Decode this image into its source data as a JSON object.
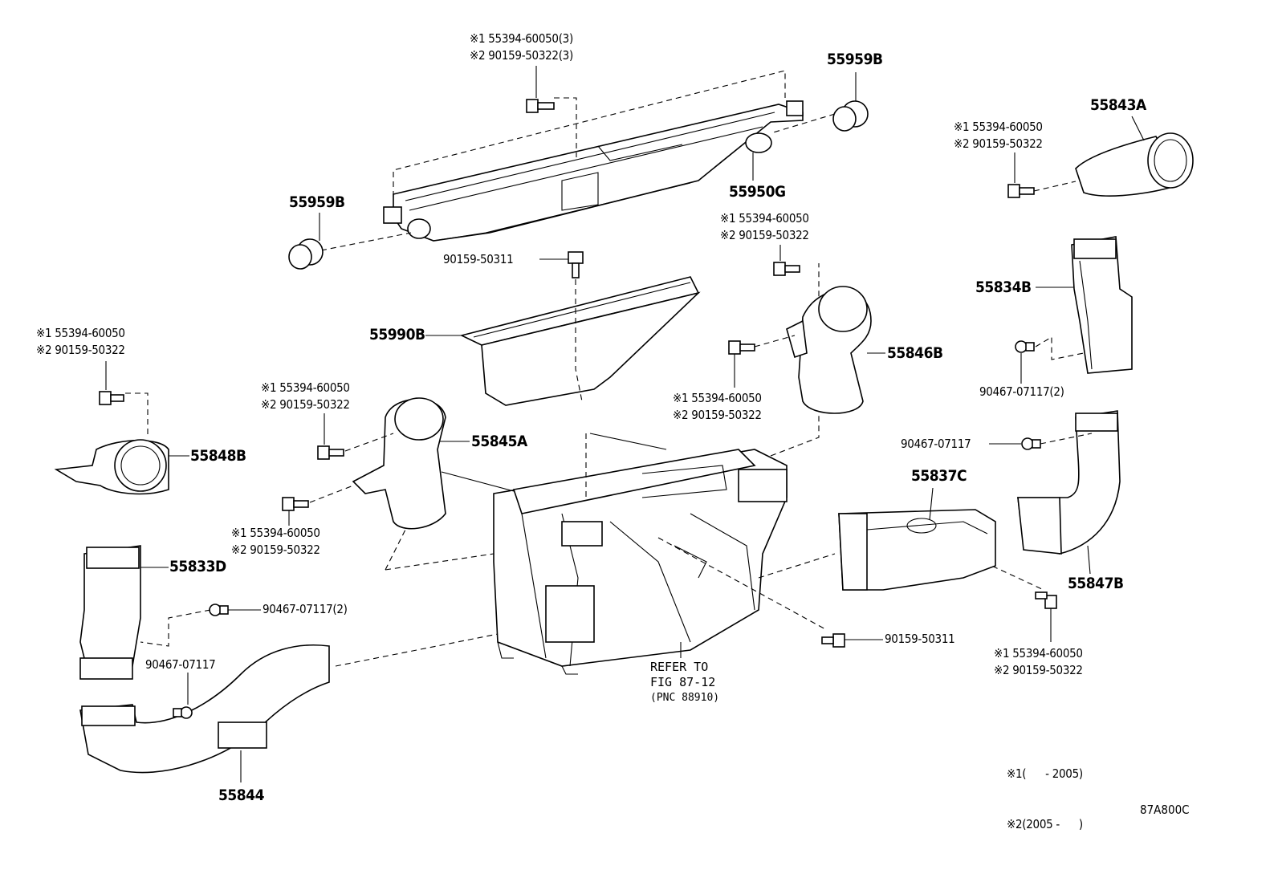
{
  "labels": {
    "l55959b_top": "55959B",
    "l55959b_left": "55959B",
    "l55950g": "55950G",
    "l55843a": "55843A",
    "l55834b": "55834B",
    "l55990b": "55990B",
    "l55846b": "55846B",
    "l55848b": "55848B",
    "l55845a": "55845A",
    "l55837c": "55837C",
    "l55833d": "55833D",
    "l55847b": "55847B",
    "l55844": "55844",
    "bolt_9015950311_a": "90159-50311",
    "bolt_9015950311_b": "90159-50311",
    "clip_90467_a": "90467-07117(2)",
    "clip_90467_b": "90467-07117",
    "clip_90467_c": "90467-07117(2)",
    "clip_90467_d": "90467-07117",
    "figure_code": "87A800C"
  },
  "callouts": {
    "top": [
      "※1 55394-60050(3)",
      "※2 90159-50322(3)"
    ],
    "right_top": [
      "※1 55394-60050",
      "※2 90159-50322"
    ],
    "mid_right": [
      "※1 55394-60050",
      "※2 90159-50322"
    ],
    "left": [
      "※1 55394-60050",
      "※2 90159-50322"
    ],
    "left_mid": [
      "※1 55394-60050",
      "※2 90159-50322"
    ],
    "center": [
      "※1 55394-60050",
      "※2 90159-50322"
    ],
    "lower_left": [
      "※1 55394-60050",
      "※2 90159-50322"
    ],
    "lower_right": [
      "※1 55394-60050",
      "※2 90159-50322"
    ]
  },
  "refer": [
    "REFER TO",
    "FIG 87-12",
    "(PNC 88910)"
  ],
  "legend": [
    "※1(      - 2005)",
    "※2(2005 -      )"
  ]
}
